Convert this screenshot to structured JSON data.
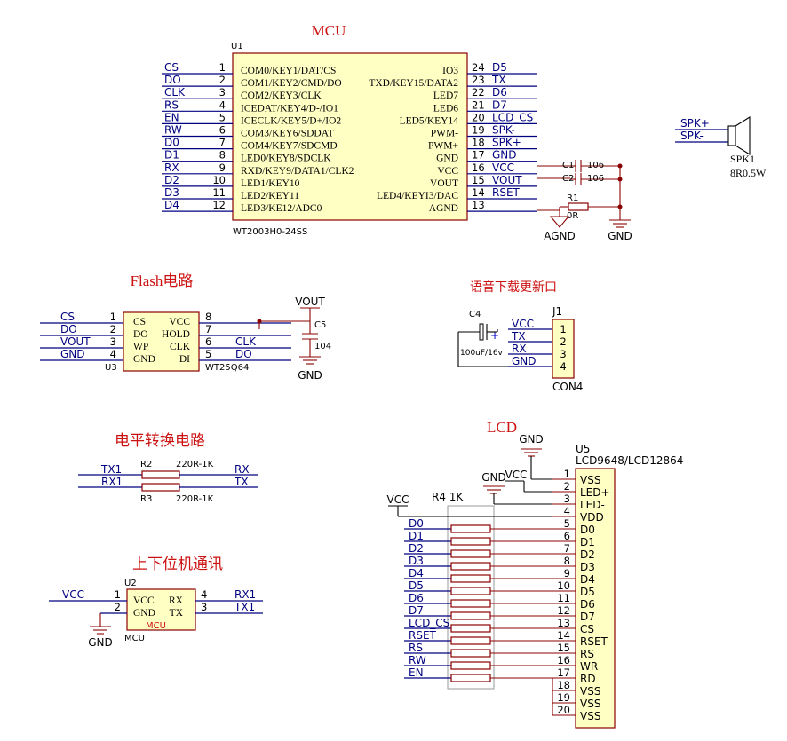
{
  "mcu": {
    "title": "MCU",
    "ref": "U1",
    "part": "WT2003H0-24SS",
    "left_pins": [
      {
        "num": "1",
        "name": "COM0/KEY1/DAT/CS",
        "net": "CS"
      },
      {
        "num": "2",
        "name": "COM1/KEY2/CMD/DO",
        "net": "DO"
      },
      {
        "num": "3",
        "name": "COM2/KEY3/CLK",
        "net": "CLK"
      },
      {
        "num": "4",
        "name": "ICEDAT/KEY4/D-/IO1",
        "net": "RS"
      },
      {
        "num": "5",
        "name": "ICECLK/KEY5/D+/IO2",
        "net": "EN"
      },
      {
        "num": "6",
        "name": "COM3/KEY6/SDDAT",
        "net": "RW"
      },
      {
        "num": "7",
        "name": "COM4/KEY7/SDCMD",
        "net": "D0"
      },
      {
        "num": "8",
        "name": "LED0/KEY8/SDCLK",
        "net": "D1"
      },
      {
        "num": "9",
        "name": "RXD/KEY9/DATA1/CLK2",
        "net": "RX"
      },
      {
        "num": "10",
        "name": "LED1/KEY10",
        "net": "D2"
      },
      {
        "num": "11",
        "name": "LED2/KEY11",
        "net": "D3"
      },
      {
        "num": "12",
        "name": "LED3/KE12/ADC0",
        "net": "D4"
      }
    ],
    "right_pins": [
      {
        "num": "24",
        "name": "IO3",
        "net": "D5"
      },
      {
        "num": "23",
        "name": "TXD/KEY15/DATA2",
        "net": "TX"
      },
      {
        "num": "22",
        "name": "LED7",
        "net": "D6"
      },
      {
        "num": "21",
        "name": "LED6",
        "net": "D7"
      },
      {
        "num": "20",
        "name": "LED5/KEY14",
        "net": "LCD_CS"
      },
      {
        "num": "19",
        "name": "PWM-",
        "net": "SPK-"
      },
      {
        "num": "18",
        "name": "PWM+",
        "net": "SPK+"
      },
      {
        "num": "17",
        "name": "GND",
        "net": "GND"
      },
      {
        "num": "16",
        "name": "VCC",
        "net": "VCC"
      },
      {
        "num": "15",
        "name": "VOUT",
        "net": "VOUT"
      },
      {
        "num": "14",
        "name": "LED4/KEYI3/DAC",
        "net": "RSET"
      },
      {
        "num": "13",
        "name": "AGND",
        "net": ""
      }
    ],
    "c1": {
      "ref": "C1",
      "value": "106"
    },
    "c2": {
      "ref": "C2",
      "value": "106"
    },
    "r1": {
      "ref": "R1",
      "value": "0R"
    },
    "agnd": "AGND",
    "gnd": "GND"
  },
  "speaker": {
    "plus": "SPK+",
    "minus": "SPK-",
    "ref": "SPK1",
    "value": "8R0.5W"
  },
  "flash": {
    "title": "Flash电路",
    "ref": "U3",
    "part": "WT25Q64",
    "left_pins": [
      {
        "num": "1",
        "name": "CS",
        "net": "CS"
      },
      {
        "num": "2",
        "name": "DO",
        "net": "DO"
      },
      {
        "num": "3",
        "name": "WP",
        "net": "VOUT"
      },
      {
        "num": "4",
        "name": "GND",
        "net": "GND"
      }
    ],
    "right_pins": [
      {
        "num": "8",
        "name": "VCC",
        "net": ""
      },
      {
        "num": "7",
        "name": "HOLD",
        "net": ""
      },
      {
        "num": "6",
        "name": "CLK",
        "net": "CLK"
      },
      {
        "num": "5",
        "name": "DI",
        "net": "DO"
      }
    ],
    "vout": "VOUT",
    "cap_ref": "C5",
    "cap_value": "104",
    "gnd": "GND"
  },
  "download": {
    "title": "语音下载更新口",
    "ref": "J1",
    "part": "CON4",
    "cap_ref": "C4",
    "cap_value": "100uF/16v",
    "cap_plus": "+",
    "pins": [
      {
        "num": "1",
        "net": "VCC"
      },
      {
        "num": "2",
        "net": "TX"
      },
      {
        "num": "3",
        "net": "RX"
      },
      {
        "num": "4",
        "net": "GND"
      }
    ]
  },
  "level": {
    "title": "电平转换电路",
    "rows": [
      {
        "left": "TX1",
        "ref": "R2",
        "value": "220R-1K",
        "right": "RX"
      },
      {
        "left": "RX1",
        "ref": "R3",
        "value": "220R-1K",
        "right": "TX"
      }
    ]
  },
  "comm": {
    "title": "上下位机通讯",
    "ref": "U2",
    "part": "MCU",
    "inner_label": "MCU",
    "pins": [
      {
        "num": "1",
        "name": "VCC",
        "net": "VCC"
      },
      {
        "num": "2",
        "name": "GND",
        "net": ""
      },
      {
        "num": "4",
        "name": "RX",
        "net": "RX1"
      },
      {
        "num": "3",
        "name": "TX",
        "net": "TX1"
      }
    ],
    "gnd": "GND"
  },
  "lcd": {
    "title": "LCD",
    "ref": "U5",
    "part": "LCD9648/LCD12864",
    "resistor": "R4 1K",
    "vcc_left": "VCC",
    "vcc_top": "VCC",
    "gnd_top": "GND",
    "gnd_mid": "GND",
    "nets": [
      "D0",
      "D1",
      "D2",
      "D3",
      "D4",
      "D5",
      "D6",
      "D7",
      "LCD_CS",
      "RSET",
      "RS",
      "RW",
      "EN"
    ],
    "pins": [
      {
        "num": "1",
        "name": "VSS"
      },
      {
        "num": "2",
        "name": "LED+"
      },
      {
        "num": "3",
        "name": "LED-"
      },
      {
        "num": "4",
        "name": "VDD"
      },
      {
        "num": "5",
        "name": "D0"
      },
      {
        "num": "6",
        "name": "D1"
      },
      {
        "num": "7",
        "name": "D2"
      },
      {
        "num": "8",
        "name": "D3"
      },
      {
        "num": "9",
        "name": "D4"
      },
      {
        "num": "10",
        "name": "D5"
      },
      {
        "num": "11",
        "name": "D6"
      },
      {
        "num": "12",
        "name": "D7"
      },
      {
        "num": "13",
        "name": "CS"
      },
      {
        "num": "14",
        "name": "RSET"
      },
      {
        "num": "15",
        "name": "RS"
      },
      {
        "num": "16",
        "name": "WR"
      },
      {
        "num": "17",
        "name": "RD"
      },
      {
        "num": "18",
        "name": "VSS"
      },
      {
        "num": "19",
        "name": "VSS"
      },
      {
        "num": "20",
        "name": "VSS"
      }
    ]
  }
}
